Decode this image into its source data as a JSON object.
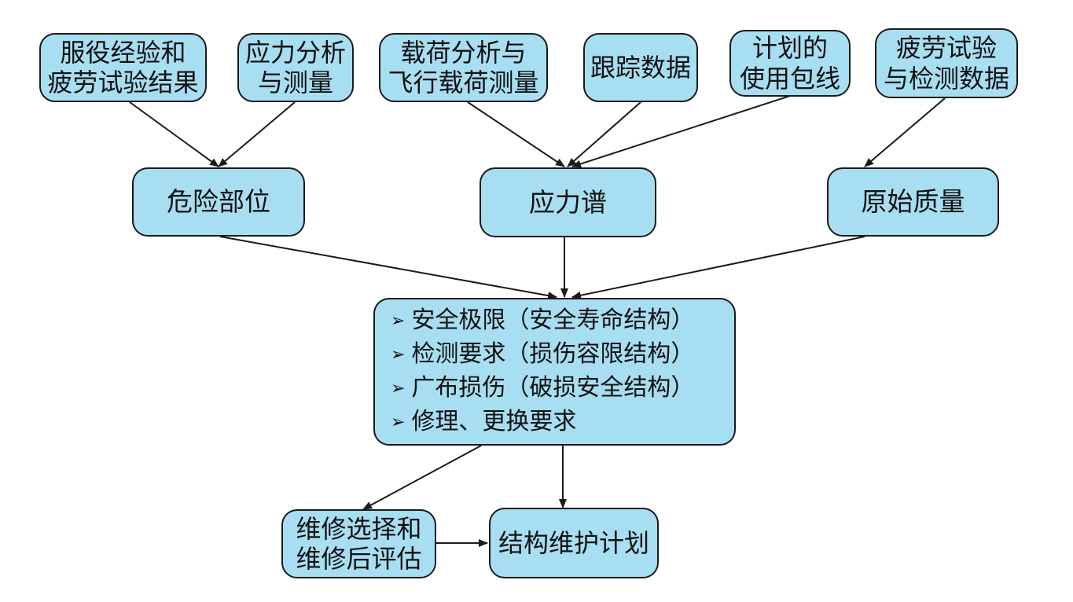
{
  "top_row": {
    "service_fatigue": [
      "服役经验和",
      "疲劳试验结果"
    ],
    "stress_analysis": [
      "应力分析",
      "与测量"
    ],
    "load_analysis": [
      "载荷分析与",
      "飞行载荷测量"
    ],
    "tracking_data": [
      "跟踪数据"
    ],
    "planned_usage": [
      "计划的",
      "使用包线"
    ],
    "fatigue_test": [
      "疲劳试验",
      "与检测数据"
    ]
  },
  "middle_row": {
    "critical_location": "危险部位",
    "stress_spectrum": "应力谱",
    "initial_quality": "原始质量"
  },
  "center": {
    "bullet_symbol": "➢",
    "items": [
      "安全极限（安全寿命结构）",
      "检测要求（损伤容限结构）",
      "广布损伤（破损安全结构）",
      "修理、更换要求"
    ]
  },
  "bottom_row": {
    "repair_options": [
      "维修选择和",
      "维修后评估"
    ],
    "maintenance_plan": "结构维护计划"
  },
  "colors": {
    "box_fill": "#a8def2",
    "box_border": "#1a1a1a",
    "arrow": "#1a1a1a"
  }
}
